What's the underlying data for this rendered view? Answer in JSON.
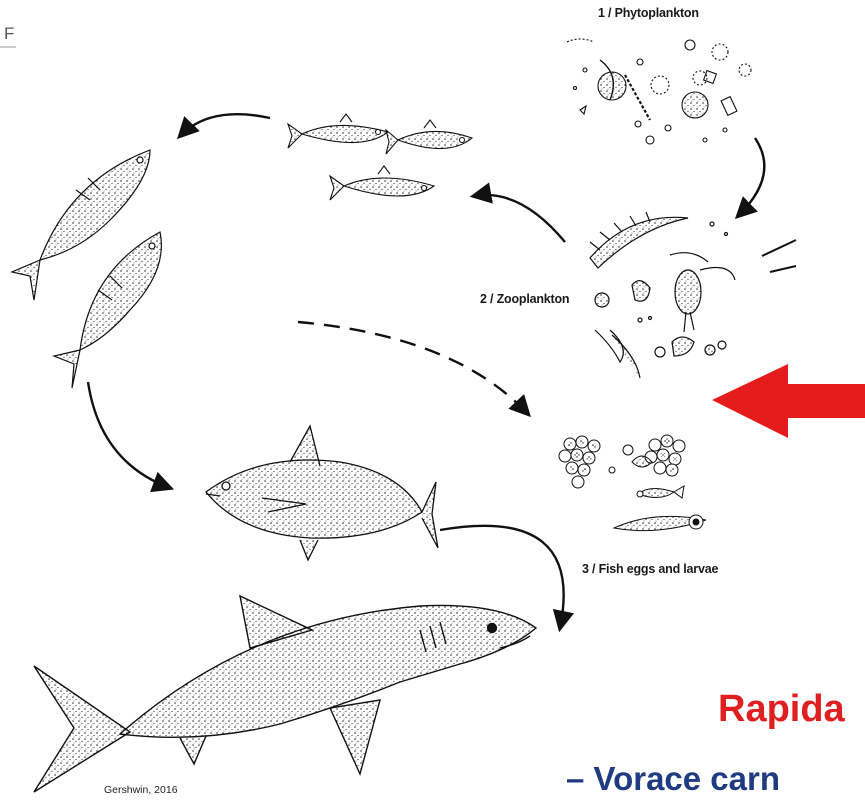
{
  "labels": {
    "phytoplankton": "1 / Phytoplankton",
    "zooplankton": "2 / Zooplankton",
    "fish_eggs_larvae": "3 / Fish eggs and larvae"
  },
  "credit": "Gershwin, 2016",
  "slide_fragment": {
    "stray_char": "F",
    "heading": "Rapida",
    "bullet": "– Vorace carn"
  },
  "colors": {
    "highlight_arrow": "#e51c1c",
    "heading_text": "#e02020",
    "bullet_text": "#1f3b82",
    "line_art": "#111111"
  },
  "icons": {
    "fish": "small-fish",
    "tuna": "tuna",
    "shark": "shark",
    "arrow": "arrow-left"
  }
}
